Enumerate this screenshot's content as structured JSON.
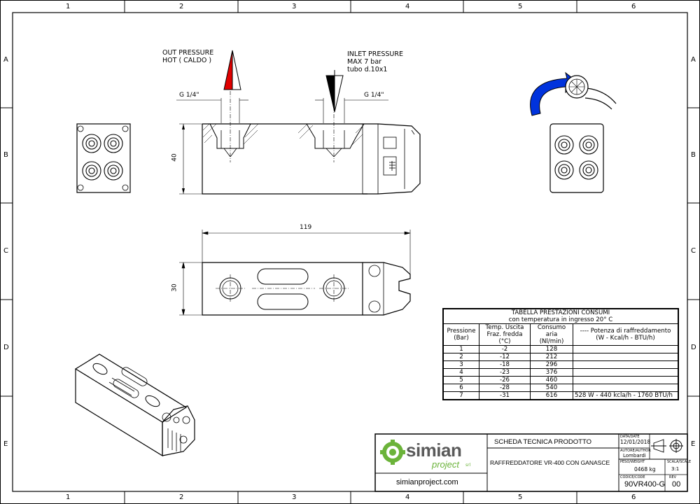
{
  "frame": {
    "columns": [
      "1",
      "2",
      "3",
      "4",
      "5",
      "6"
    ],
    "rows": [
      "A",
      "B",
      "C",
      "D",
      "E"
    ]
  },
  "annotations": {
    "out_pressure": [
      "OUT PRESSURE",
      "HOT ( CALDO )"
    ],
    "inlet_pressure": [
      "INLET PRESSURE",
      "MAX 7 bar",
      "tubo d.10x1"
    ],
    "thread_left": "G 1/4\"",
    "thread_right": "G 1/4\"",
    "dim_height_side": "40",
    "dim_length": "119",
    "dim_height_top": "30"
  },
  "performance_table": {
    "title": "TABELLA PRESTAZIONI CONSUMI",
    "subtitle": "con temperatura in ingresso 20° C",
    "headers": [
      [
        "Pressione",
        "(Bar)"
      ],
      [
        "Temp. Uscita",
        "Fraz. fredda (°C)"
      ],
      [
        "Consumo aria",
        "(Nl/min)"
      ],
      [
        "----    Potenza di raffreddamento",
        "(W - Kcal/h - BTU/h)"
      ]
    ],
    "rows": [
      [
        "1",
        "-2",
        "128",
        ""
      ],
      [
        "2",
        "-12",
        "212",
        ""
      ],
      [
        "3",
        "-18",
        "296",
        ""
      ],
      [
        "4",
        "-23",
        "376",
        ""
      ],
      [
        "5",
        "-26",
        "460",
        ""
      ],
      [
        "6",
        "-28",
        "540",
        ""
      ],
      [
        "7",
        "-31",
        "616",
        "528 W - 440 kcla/h - 1760 BTU/h"
      ]
    ]
  },
  "title_block": {
    "logo_main": "simian",
    "logo_sub": "project",
    "logo_srl": "srl",
    "website": "simianproject.com",
    "doc_type": "SCHEDA TECNICA PRODOTTO",
    "description": "RAFFREDDATORE VR-400 CON GANASCE",
    "date_label": "DATA/DATE",
    "date": "12/01/2018",
    "author_label": "AUTORE/AUTHOR",
    "author": "Lombardi",
    "weight_label": "PESO/WEIGHT",
    "weight": "0468 kg",
    "scale_label": "SCALA/SCALE",
    "scale": "3:1",
    "code_label": "CODICE/CODE",
    "code": "90VR400-G",
    "rev_label": "REV",
    "rev": "00"
  }
}
